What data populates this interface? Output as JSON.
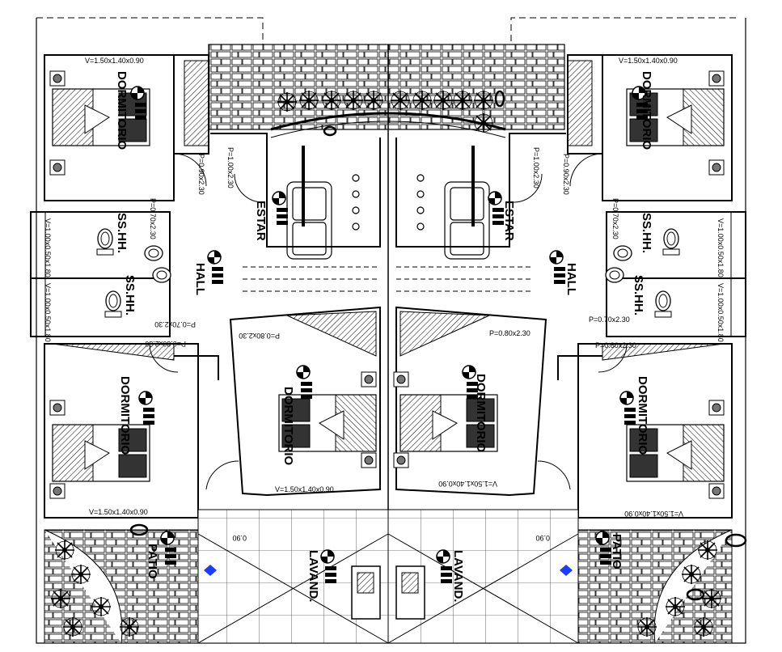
{
  "colors": {
    "line": "#000000",
    "background": "#ffffff",
    "marker": "#1a3cff"
  },
  "labels": {
    "dorm_tl": "DORMITORIO",
    "dorm_tr": "DORMITORIO",
    "dorm_ml": "DORMITORIO",
    "dorm_mr": "DORMITORIO",
    "dorm_cl": "DORMITORIO",
    "dorm_cr": "DORMITORIO",
    "estar_l": "ESTAR",
    "estar_r": "ESTAR",
    "hall_l": "HALL",
    "hall_r": "HALL",
    "sshh_1": "SS.HH.",
    "sshh_2": "SS.HH.",
    "sshh_3": "SS.HH.",
    "sshh_4": "SS.HH.",
    "patio_l": "PATIO",
    "patio_r": "PATIO",
    "lavand_l": "LAVAND.",
    "lavand_r": "LAVAND."
  },
  "dims": {
    "v_top_l": "V=1.50x1.40x0.90",
    "v_top_r": "V=1.50x1.40x0.90",
    "v_mid_l": "V=1.50x1.40x0.90",
    "v_mid_r": "V=1.50x1.40x0.90",
    "v_cen_l": "V=1.50x1.40x0.90",
    "v_cen_r": "V=1.50x1.40x0.90",
    "p_100_l": "P=1.00x2.30",
    "p_100_r": "P=1.00x2.30",
    "p_090_l": "P=0.90x2.30",
    "p_090_r": "P=0.90x2.30",
    "p_070_l1": "P=0.70x2.30",
    "p_070_l2": "P=0.70x2.30",
    "p_070_r1": "P=0.70x2.30",
    "p_070_r2": "P=0.70x2.30",
    "p_080_l1": "P=0.80x2.30",
    "p_080_l2": "P=0.80x2.30",
    "p_080_r1": "P=0.80x2.30",
    "p_080_r2": "P=0.80x2.30",
    "v_side_l1": "V=1.00x0.50x1.80",
    "v_side_l2": "V=1.00x0.50x1.80",
    "v_side_r1": "V=1.00x0.50x1.80",
    "v_side_r2": "V=1.00x0.50x1.80",
    "d_090_l": "0.90",
    "d_090_r": "0.90"
  }
}
